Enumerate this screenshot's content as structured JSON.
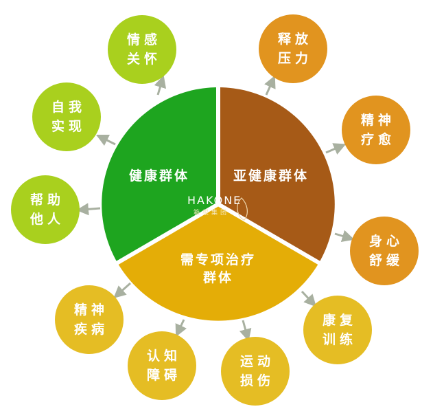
{
  "colors": {
    "healthy": "#1ea51f",
    "subhealthy": "#a65a17",
    "special": "#e4ad07",
    "lime": "#a9d01e",
    "orange": "#e1941f",
    "yellow": "#e5bd24",
    "arrow": "#a8b0a0"
  },
  "segments": {
    "healthy": "健康群体",
    "subhealthy": "亚健康群体",
    "special_line1": "需专项治疗",
    "special_line2": "群体"
  },
  "logo": {
    "text": "HAKONE",
    "sub": "箱根集团"
  },
  "nodes": [
    {
      "l1": "情感",
      "l2": "关怀"
    },
    {
      "l1": "自我",
      "l2": "实现"
    },
    {
      "l1": "帮助",
      "l2": "他人"
    },
    {
      "l1": "释放",
      "l2": "压力"
    },
    {
      "l1": "精神",
      "l2": "疗愈"
    },
    {
      "l1": "身心",
      "l2": "舒缓"
    },
    {
      "l1": "康复",
      "l2": "训练"
    },
    {
      "l1": "运动",
      "l2": "损伤"
    },
    {
      "l1": "认知",
      "l2": "障碍"
    },
    {
      "l1": "精神",
      "l2": "疾病"
    }
  ]
}
